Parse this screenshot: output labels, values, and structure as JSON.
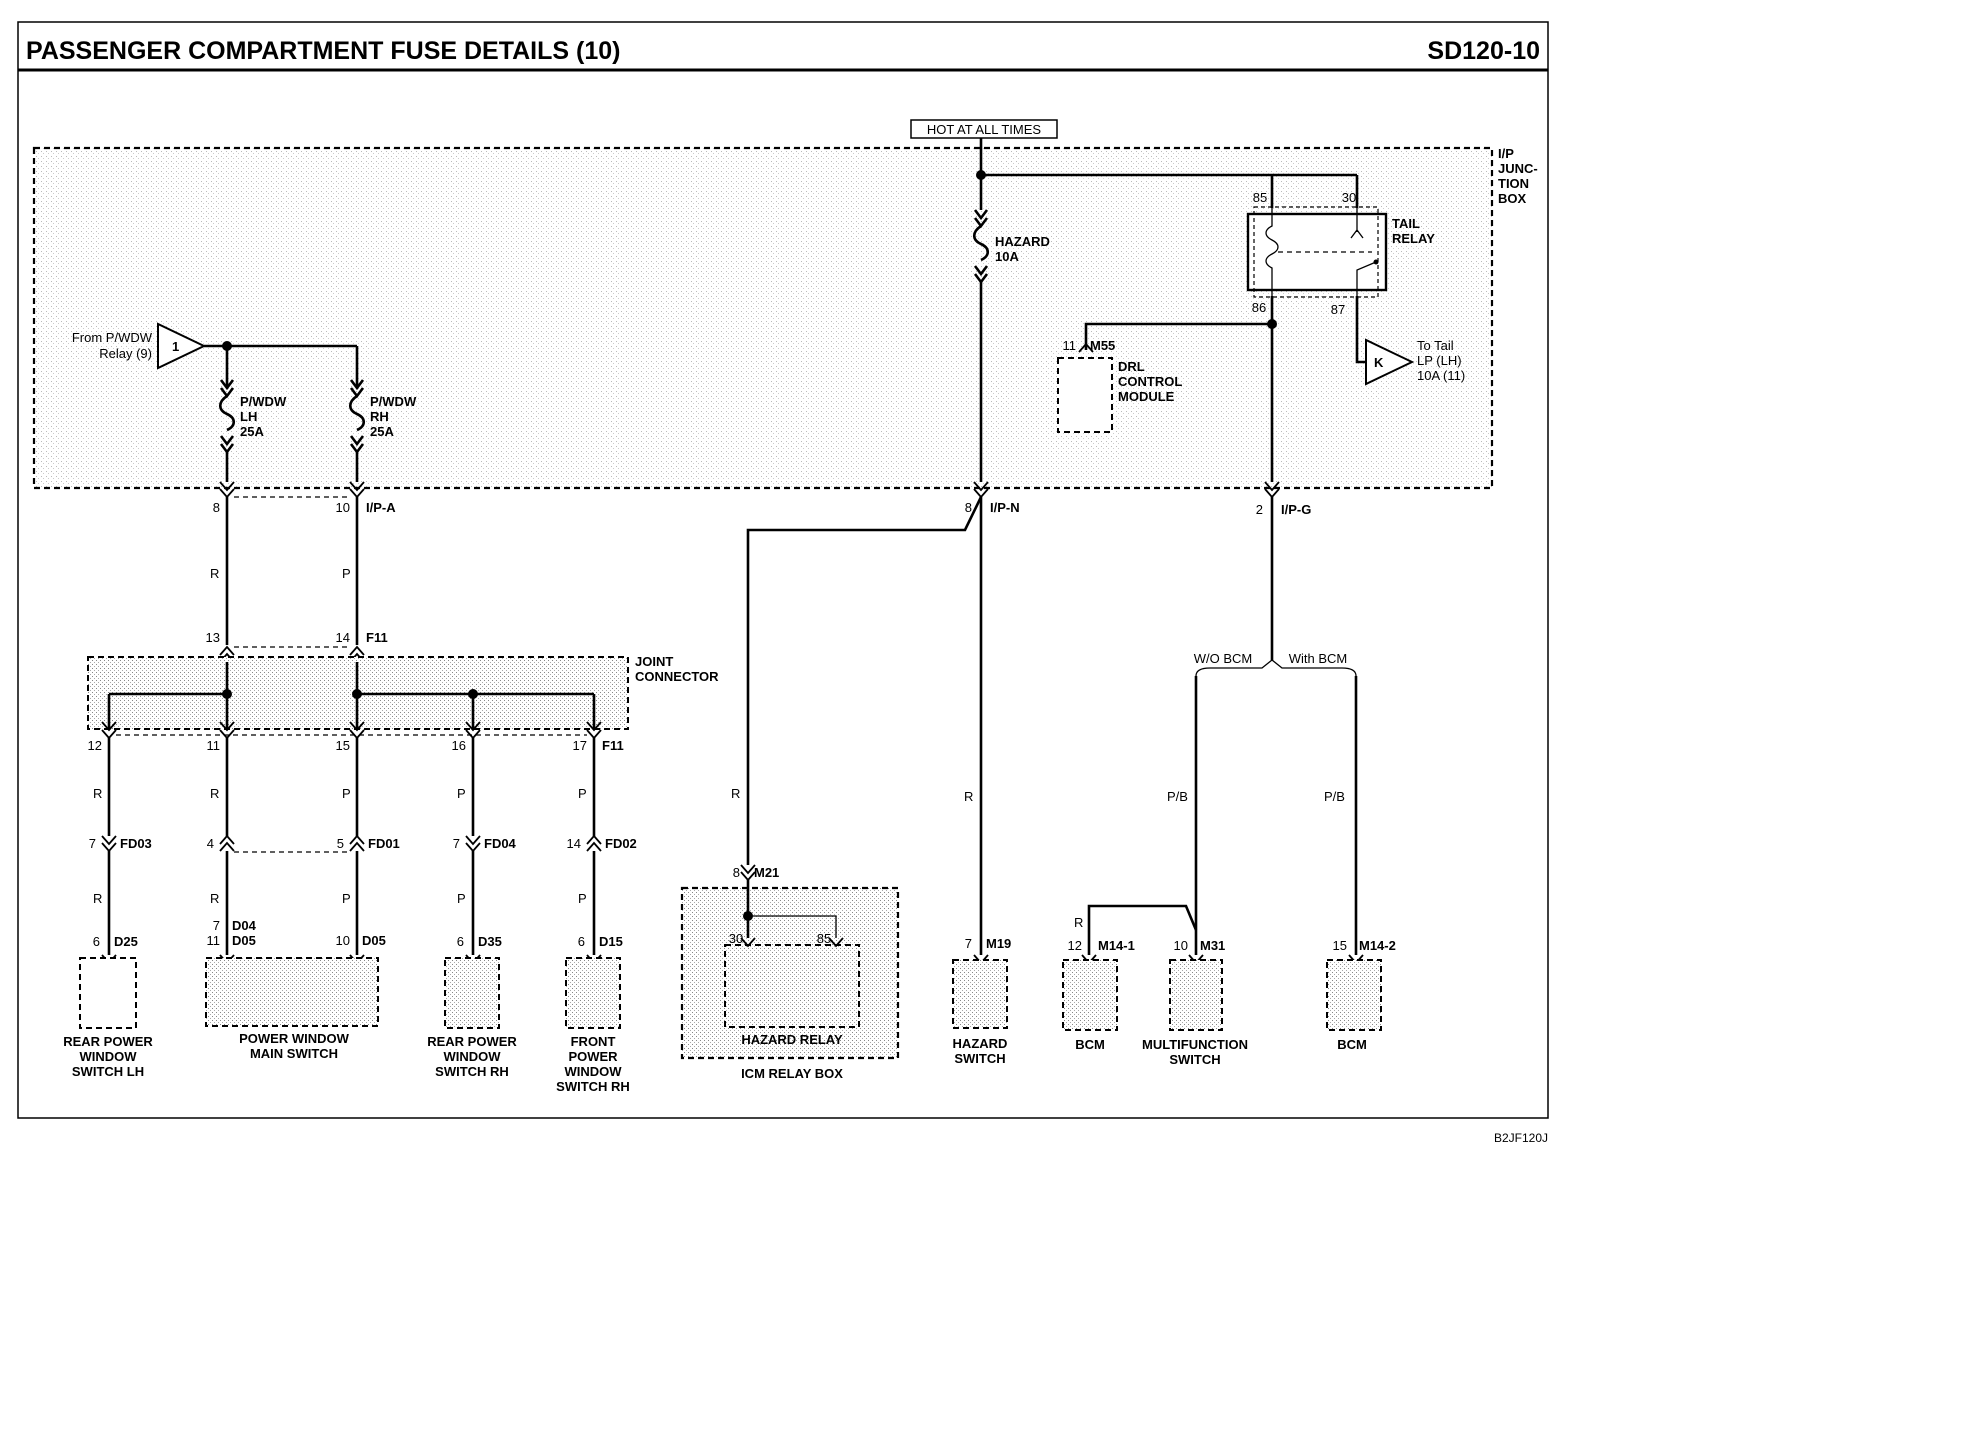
{
  "header": {
    "title": "PASSENGER COMPARTMENT FUSE DETAILS (10)",
    "page_code": "SD120-10"
  },
  "footer": {
    "image_code": "B2JF120J"
  },
  "power": {
    "hot_label": "HOT AT ALL TIMES"
  },
  "junction_box": {
    "label_1": "I/P",
    "label_2": "JUNC-",
    "label_3": "TION",
    "label_4": "BOX"
  },
  "from_relay": {
    "line_1": "From P/WDW",
    "line_2": "Relay (9)",
    "terminal": "1"
  },
  "fuses": [
    {
      "line_1": "P/WDW",
      "line_2": "LH",
      "line_3": "25A"
    },
    {
      "line_1": "P/WDW",
      "line_2": "RH",
      "line_3": "25A"
    },
    {
      "line_1": "HAZARD",
      "line_2": "10A"
    }
  ],
  "tail_relay": {
    "line_1": "TAIL",
    "line_2": "RELAY",
    "pin_85": "85",
    "pin_30": "30",
    "pin_86": "86",
    "pin_87": "87"
  },
  "to_tail": {
    "terminal": "K",
    "line_1": "To Tail",
    "line_2": "LP (LH)",
    "line_3": "10A (11)"
  },
  "drl": {
    "pin": "11",
    "connector": "M55",
    "line_1": "DRL",
    "line_2": "CONTROL",
    "line_3": "MODULE"
  },
  "connectors": {
    "ipa_8": "8",
    "ipa_10": "10",
    "ipa": "I/P-A",
    "ipn_8": "8",
    "ipn": "I/P-N",
    "ipg_2": "2",
    "ipg": "I/P-G",
    "f11_13": "13",
    "f11_14": "14",
    "f11_top": "F11",
    "jc_12": "12",
    "jc_11": "11",
    "jc_15": "15",
    "jc_16": "16",
    "jc_17": "17",
    "f11_bottom": "F11",
    "fd03_pin": "7",
    "fd03": "FD03",
    "fd01_4": "4",
    "fd01_5": "5",
    "fd01": "FD01",
    "fd04_pin": "7",
    "fd04": "FD04",
    "fd02_pin": "14",
    "fd02": "FD02",
    "d25_pin": "6",
    "d25": "D25",
    "d04_pin": "7",
    "d04": "D04",
    "d05_pin": "11",
    "d05": "D05",
    "d05b_pin": "10",
    "d05b": "D05",
    "d35_pin": "6",
    "d35": "D35",
    "d15_pin": "6",
    "d15": "D15",
    "m21_pin": "8",
    "m21": "M21",
    "relay_30": "30",
    "relay_85": "85",
    "m19_pin": "7",
    "m19": "M19",
    "m141_pin": "12",
    "m141": "M14-1",
    "m31_pin": "10",
    "m31": "M31",
    "m142_pin": "15",
    "m142": "M14-2"
  },
  "joint_connector": {
    "line_1": "JOINT",
    "line_2": "CONNECTOR"
  },
  "wire_colors": {
    "r": "R",
    "p": "P",
    "pb": "P/B"
  },
  "bcm_split": {
    "without": "W/O BCM",
    "with": "With BCM"
  },
  "components": {
    "rear_lh": [
      "REAR POWER",
      "WINDOW",
      "SWITCH LH"
    ],
    "main_switch": [
      "POWER WINDOW",
      "MAIN SWITCH"
    ],
    "rear_rh": [
      "REAR POWER",
      "WINDOW",
      "SWITCH RH"
    ],
    "front_rh": [
      "FRONT",
      "POWER",
      "WINDOW",
      "SWITCH RH"
    ],
    "hazard_relay": "HAZARD RELAY",
    "icm_box": "ICM RELAY BOX",
    "hazard_switch": [
      "HAZARD",
      "SWITCH"
    ],
    "bcm_1": "BCM",
    "multifunction": [
      "MULTIFUNCTION",
      "SWITCH"
    ],
    "bcm_2": "BCM"
  }
}
